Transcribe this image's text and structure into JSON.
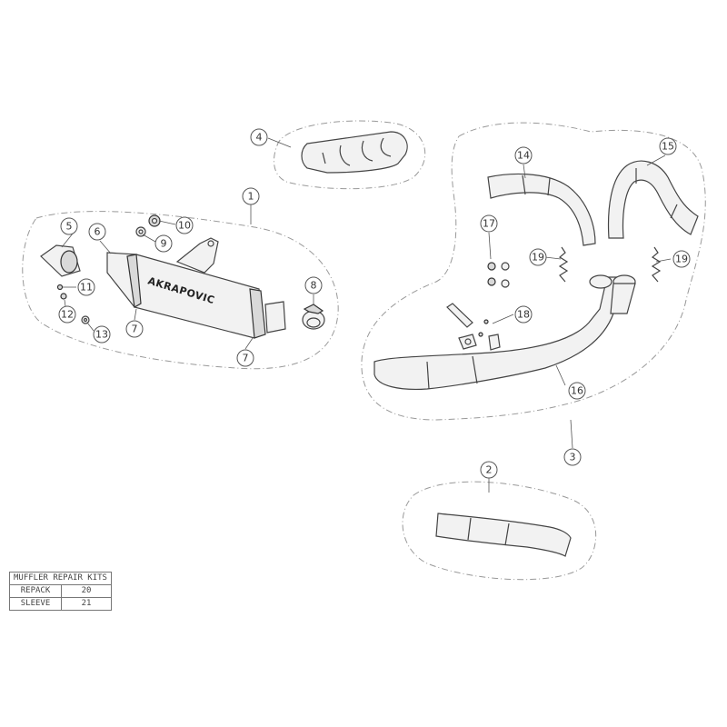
{
  "callouts": [
    {
      "label": "1"
    },
    {
      "label": "2"
    },
    {
      "label": "3"
    },
    {
      "label": "4"
    },
    {
      "label": "5"
    },
    {
      "label": "6"
    },
    {
      "label": "7"
    },
    {
      "label": "7"
    },
    {
      "label": "8"
    },
    {
      "label": "9"
    },
    {
      "label": "10"
    },
    {
      "label": "11"
    },
    {
      "label": "12"
    },
    {
      "label": "13"
    },
    {
      "label": "14"
    },
    {
      "label": "15"
    },
    {
      "label": "16"
    },
    {
      "label": "17"
    },
    {
      "label": "18"
    },
    {
      "label": "19"
    },
    {
      "label": "19"
    }
  ],
  "muffler_brand": "AKRAPOVIC",
  "repair_kits": {
    "title": "MUFFLER REPAIR KITS",
    "rows": [
      {
        "name": "REPACK",
        "number": "20"
      },
      {
        "name": "SLEEVE",
        "number": "21"
      }
    ]
  }
}
